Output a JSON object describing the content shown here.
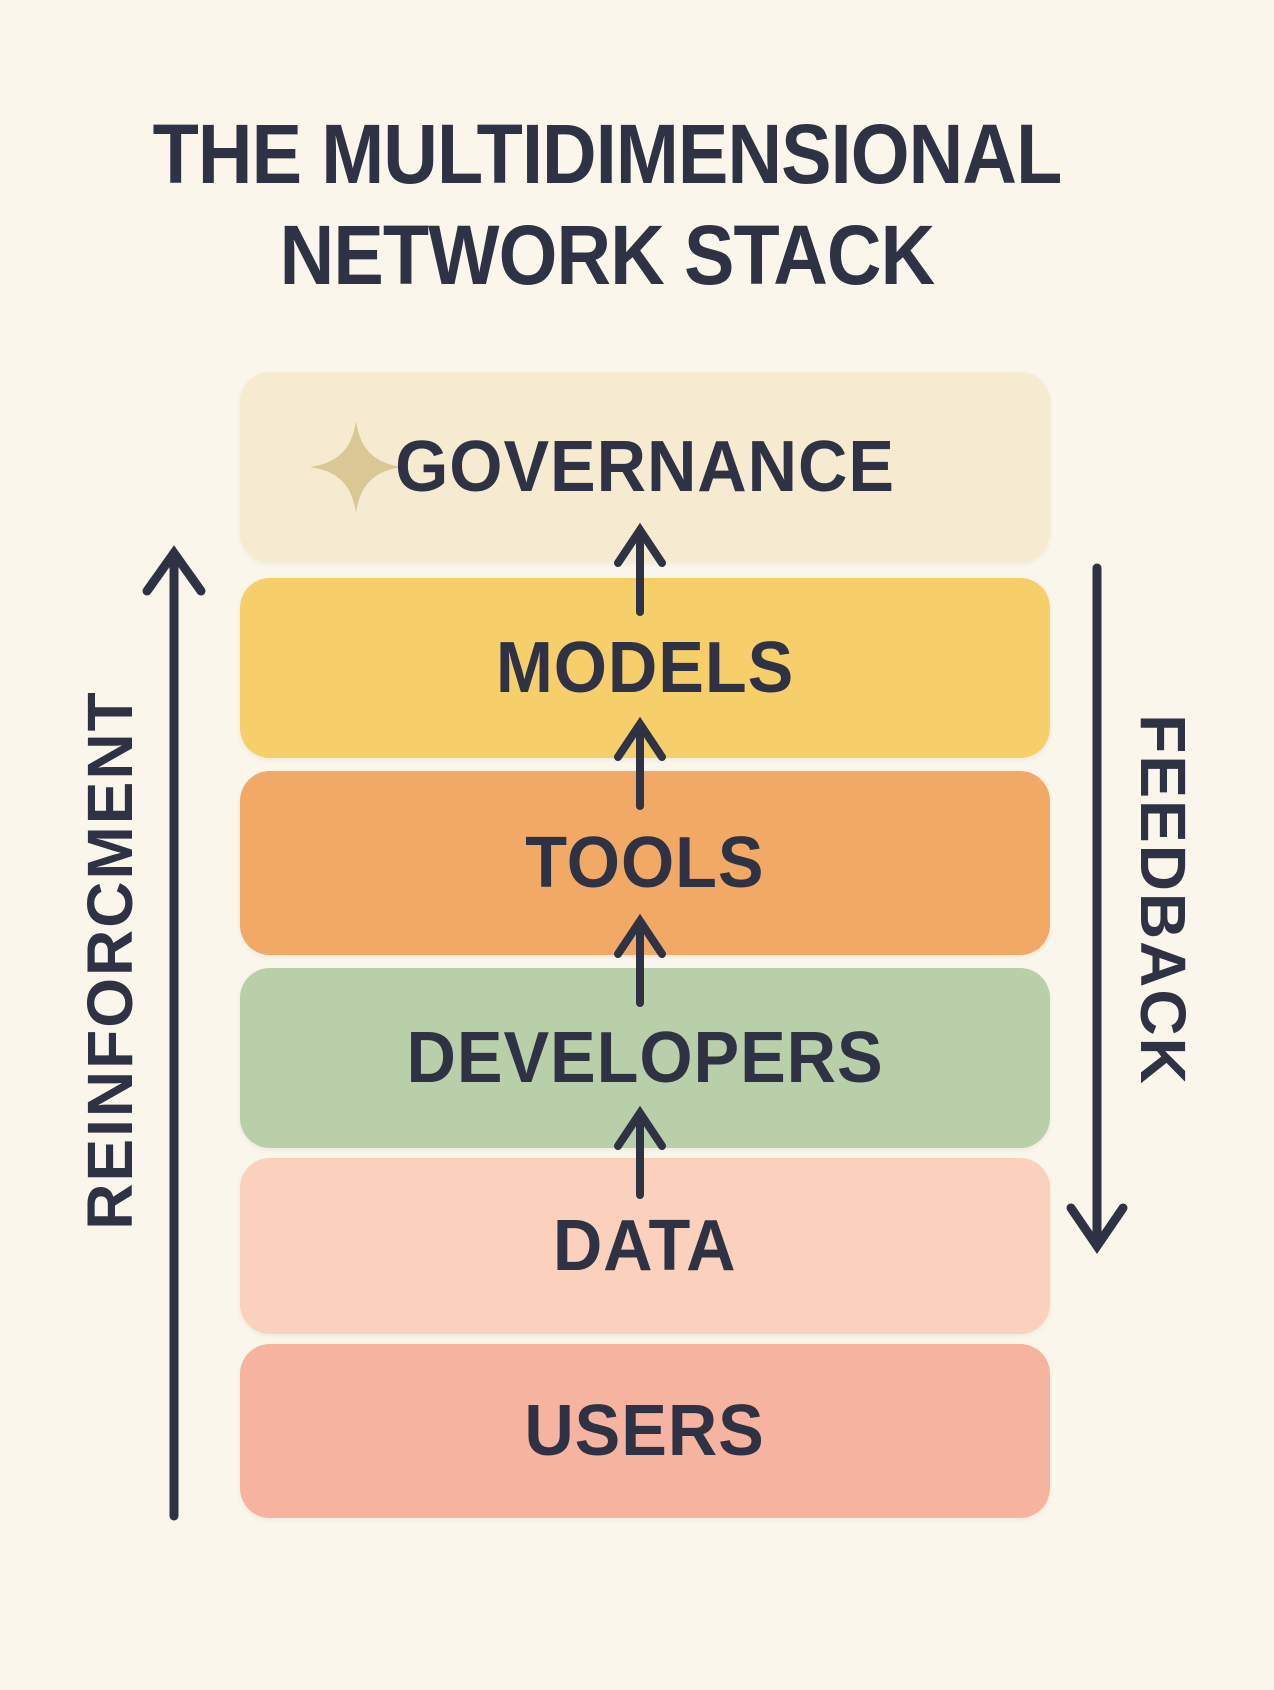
{
  "title": {
    "line1": "THE MULTIDIMENSIONAL",
    "line2": "NETWORK STACK"
  },
  "stack": {
    "layers": [
      {
        "label": "GOVERNANCE",
        "color": "#f6ead0",
        "icon": "sparkle-icon"
      },
      {
        "label": "MODELS",
        "color": "#f6cf6b"
      },
      {
        "label": "TOOLS",
        "color": "#f2a965"
      },
      {
        "label": "DEVELOPERS",
        "color": "#b9cfa9"
      },
      {
        "label": "DATA",
        "color": "#fbd0bd"
      },
      {
        "label": "USERS",
        "color": "#f6b4a0"
      }
    ],
    "flow_arrows": {
      "direction": "up",
      "count": 4,
      "between": [
        "DATA -> DEVELOPERS",
        "DEVELOPERS -> TOOLS",
        "TOOLS -> MODELS",
        "MODELS -> GOVERNANCE"
      ]
    }
  },
  "side_labels": {
    "left": {
      "label": "REINFORCMENT",
      "arrow_direction": "up"
    },
    "right": {
      "label": "FEEDBACK",
      "arrow_direction": "down"
    }
  },
  "colors": {
    "background": "#faf6eb",
    "ink": "#2e3244",
    "sparkle": "#d9c795"
  }
}
